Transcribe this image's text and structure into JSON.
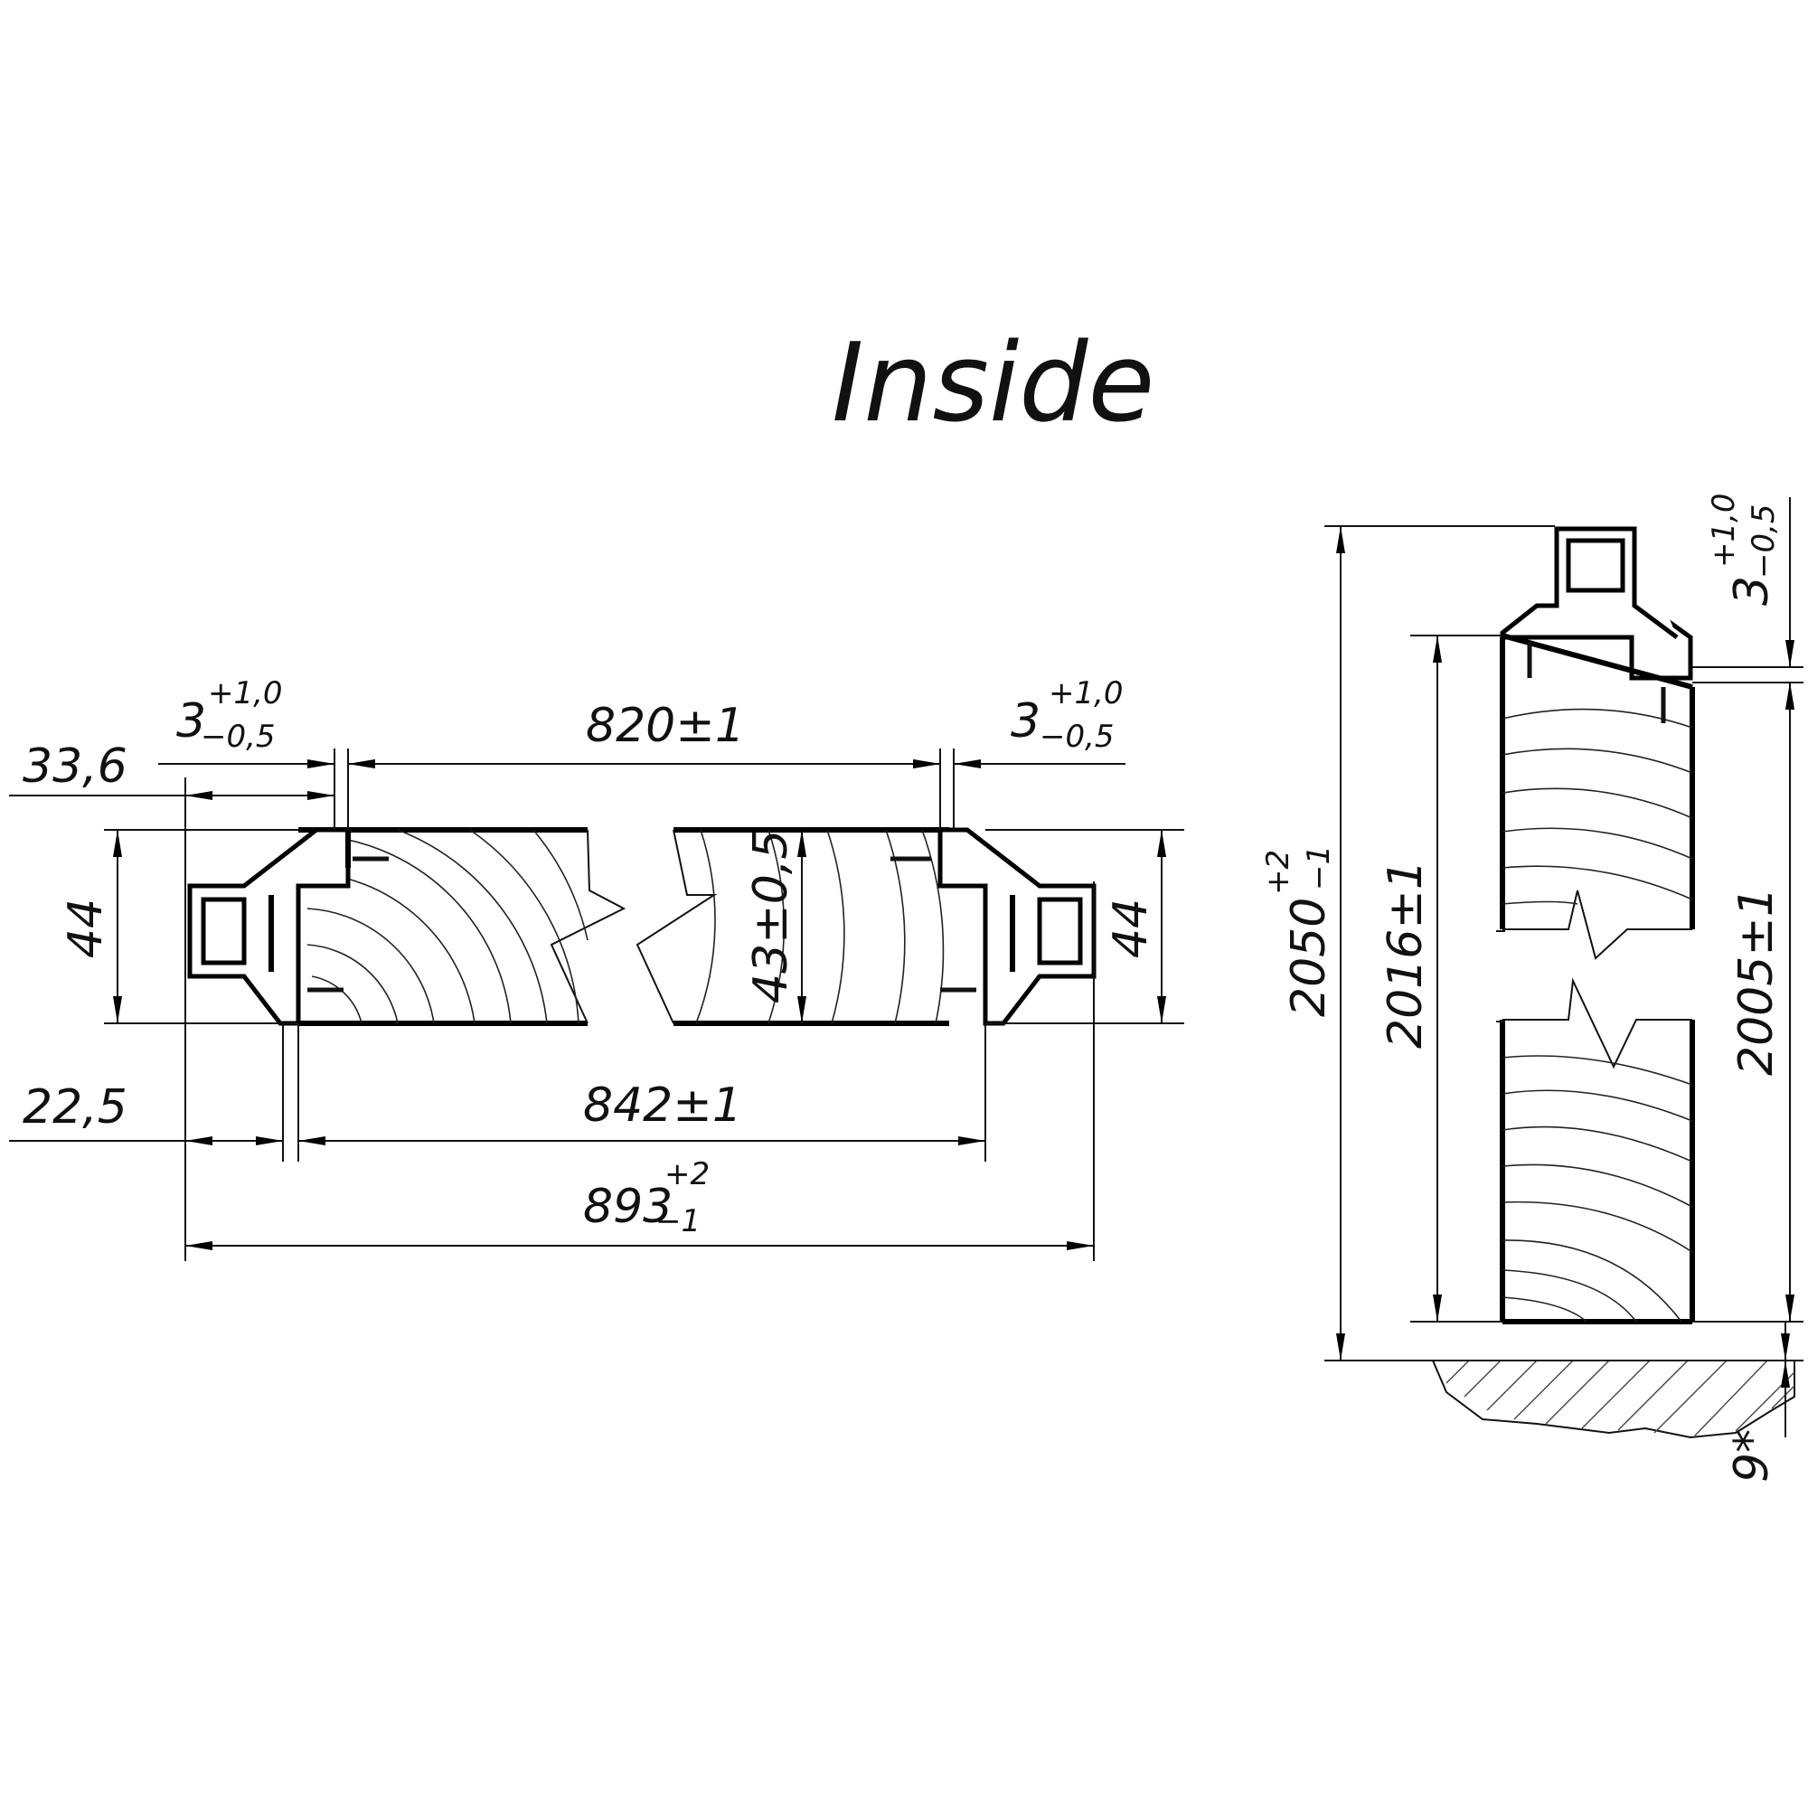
{
  "title": "Inside",
  "dims": {
    "gap_left": {
      "main": "3",
      "tol_plus": "+1,0",
      "tol_minus": "−0,5"
    },
    "gap_right": {
      "main": "3",
      "tol_plus": "+1,0",
      "tol_minus": "−0,5"
    },
    "gap_top": {
      "main": "3",
      "tol_plus": "+1,0",
      "tol_minus": "−0,5"
    },
    "leaf_width": "820±1",
    "offset_left": "33,6",
    "frame_depth_left": "44",
    "frame_depth_right": "44",
    "leaf_thickness": "43±0,5",
    "jamb_offset": "22,5",
    "clear_width": "842±1",
    "overall_width": {
      "main": "893",
      "tol_plus": "+2",
      "tol_minus": "−1"
    },
    "overall_height": {
      "main": "2050",
      "tol_plus": "+2",
      "tol_minus": "−1"
    },
    "clear_height": "2016±1",
    "leaf_height": "2005±1",
    "floor_gap": "9*"
  }
}
